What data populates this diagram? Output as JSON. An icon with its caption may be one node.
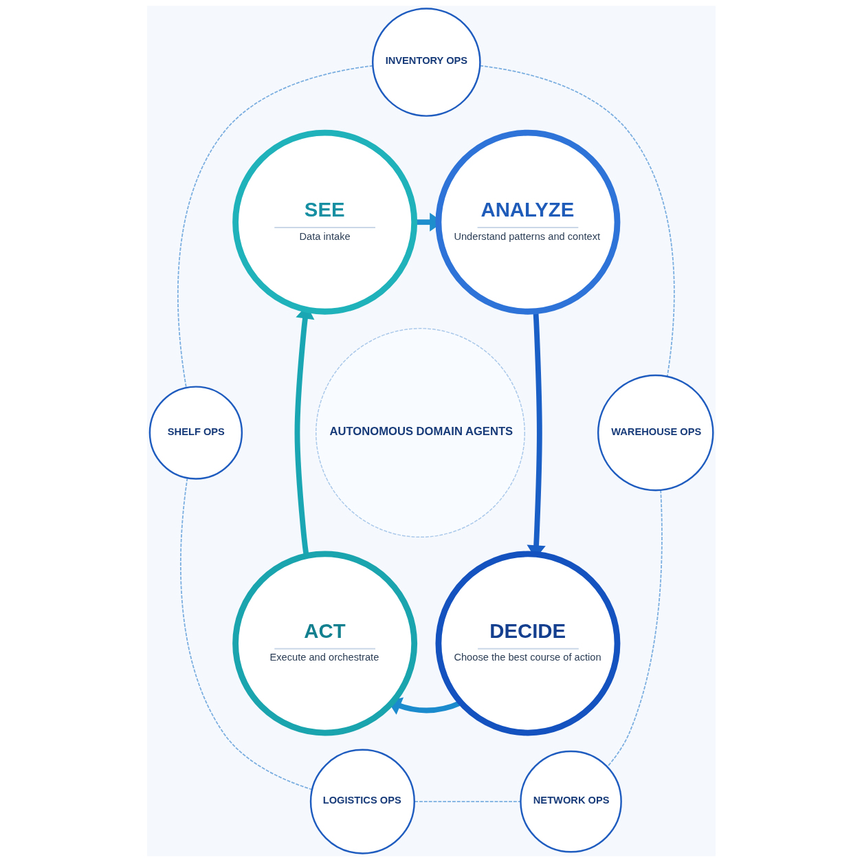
{
  "diagram": {
    "nodes": [
      {
        "text": [
          "INVENTORY OPS"
        ]
      },
      {
        "text": [
          "SEE",
          "Data intake"
        ]
      },
      {
        "text": [
          "ANALYZE",
          "Understand patterns and context"
        ]
      },
      {
        "text": [
          "SHELF OPS"
        ]
      },
      {
        "text": [
          "WAREHOUSE OPS"
        ]
      },
      {
        "text": [
          "AUTONOMOUS DOMAIN AGENTS"
        ]
      },
      {
        "text": [
          "ACT",
          "Execute and orchestrate"
        ]
      },
      {
        "text": [
          "DECIDE",
          "Choose the best course of action"
        ]
      },
      {
        "text": [
          "LOGISTICS OPS"
        ]
      },
      {
        "text": [
          "NETWORK OPS"
        ]
      }
    ],
    "edges": [
      {
        "from": 1,
        "to": 2,
        "arrow": "to",
        "style": "thick",
        "color": "#1e8fcc"
      },
      {
        "from": 2,
        "to": 7,
        "arrow": "to",
        "style": "thick",
        "color": "#1a5fc6"
      },
      {
        "from": 7,
        "to": 6,
        "arrow": "to",
        "style": "thick",
        "color": "#1b8bcd"
      },
      {
        "from": 6,
        "to": 1,
        "arrow": "to",
        "style": "thick",
        "color": "#1aa7b3"
      },
      {
        "from": 0,
        "to": 4,
        "arrow": "none",
        "style": "dashed"
      },
      {
        "from": 4,
        "to": 9,
        "arrow": "none",
        "style": "dashed"
      },
      {
        "from": 8,
        "to": 9,
        "arrow": "none",
        "style": "dashed"
      },
      {
        "from": 3,
        "to": 8,
        "arrow": "none",
        "style": "dashed"
      },
      {
        "from": 0,
        "to": 3,
        "arrow": "none",
        "style": "dashed"
      }
    ]
  }
}
